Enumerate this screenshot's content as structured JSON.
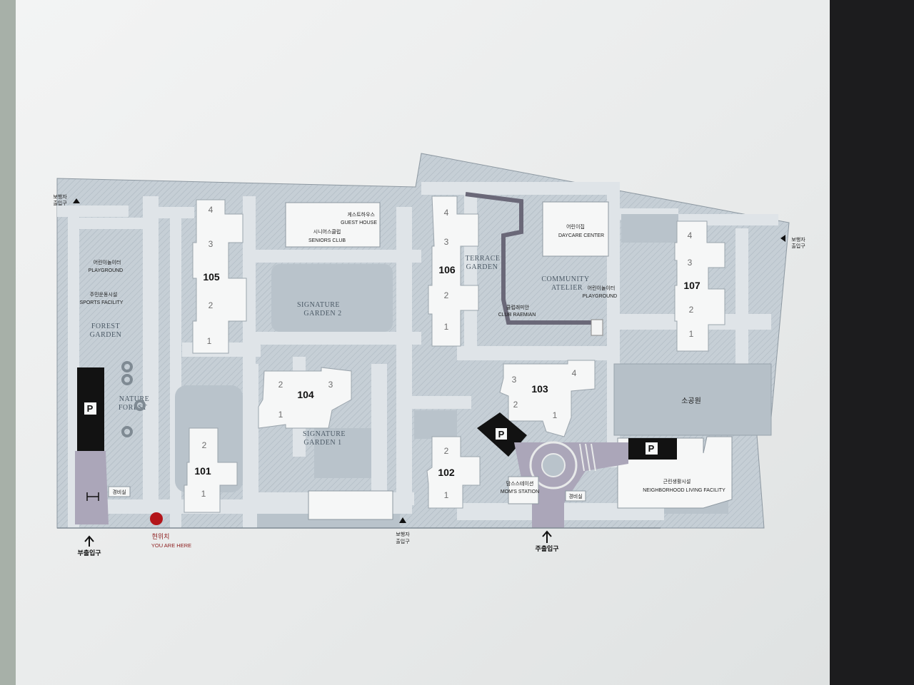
{
  "buildings": [
    {
      "id": "105",
      "floors": [
        "4",
        "3",
        "2",
        "1"
      ]
    },
    {
      "id": "106",
      "floors": [
        "4",
        "3",
        "2",
        "1"
      ]
    },
    {
      "id": "107",
      "floors": [
        "4",
        "3",
        "2",
        "1"
      ]
    },
    {
      "id": "104",
      "floors": [
        "2",
        "3",
        "1"
      ]
    },
    {
      "id": "103",
      "floors": [
        "3",
        "4",
        "2",
        "1"
      ]
    },
    {
      "id": "101",
      "floors": [
        "2",
        "1"
      ]
    },
    {
      "id": "102",
      "floors": [
        "2",
        "1"
      ]
    }
  ],
  "facilities": {
    "guest_house_ko": "게스트하우스",
    "guest_house_en": "GUEST HOUSE",
    "seniors_club_ko": "시니어스클럽",
    "seniors_club_en": "SENIORS CLUB",
    "daycare_ko": "어린이집",
    "daycare_en": "DAYCARE CENTER",
    "playground_w_ko": "어린이놀이터",
    "playground_w_en": "PLAYGROUND",
    "sports_ko": "주민운동시설",
    "sports_en": "SPORTS FACILITY",
    "playground_e_ko": "어린이놀이터",
    "playground_e_en": "PLAYGROUND",
    "club_ko": "클럽래미안",
    "club_en": "CLUB RAEMIAN",
    "moms_ko": "맘스스테이션",
    "moms_en": "MOM'S STATION",
    "park_ko": "소공원",
    "neighborhood_ko": "근린생활시설",
    "neighborhood_en": "NEIGHBORHOOD LIVING FACILITY",
    "guard_w": "경비실",
    "guard_e": "경비실"
  },
  "gardens": {
    "forest_1": "FOREST",
    "forest_2": "GARDEN",
    "nature_1": "NATURE",
    "nature_2": "FOREST",
    "sig2_1": "SIGNATURE",
    "sig2_2": "GARDEN 2",
    "sig1_1": "SIGNATURE",
    "sig1_2": "GARDEN 1",
    "terrace_1": "TERRACE",
    "terrace_2": "GARDEN",
    "community_1": "COMMUNITY",
    "community_2": "ATELIER"
  },
  "parking_label": "P",
  "entrances": {
    "ped_nw_1": "보행자",
    "ped_nw_2": "출입구",
    "ped_ne_1": "보행자",
    "ped_ne_2": "출입구",
    "ped_s_1": "보행자",
    "ped_s_2": "출입구",
    "side_entrance": "부출입구",
    "main_entrance": "주출입구"
  },
  "you_are_here": {
    "ko": "현위치",
    "en": "YOU ARE HERE"
  },
  "colors": {
    "ground": "#c3ccd3",
    "path": "#dde2e6",
    "building": "#f6f7f7",
    "parking": "#121212",
    "community_path": "#6a6878",
    "you_are_here": "#b3151a"
  }
}
